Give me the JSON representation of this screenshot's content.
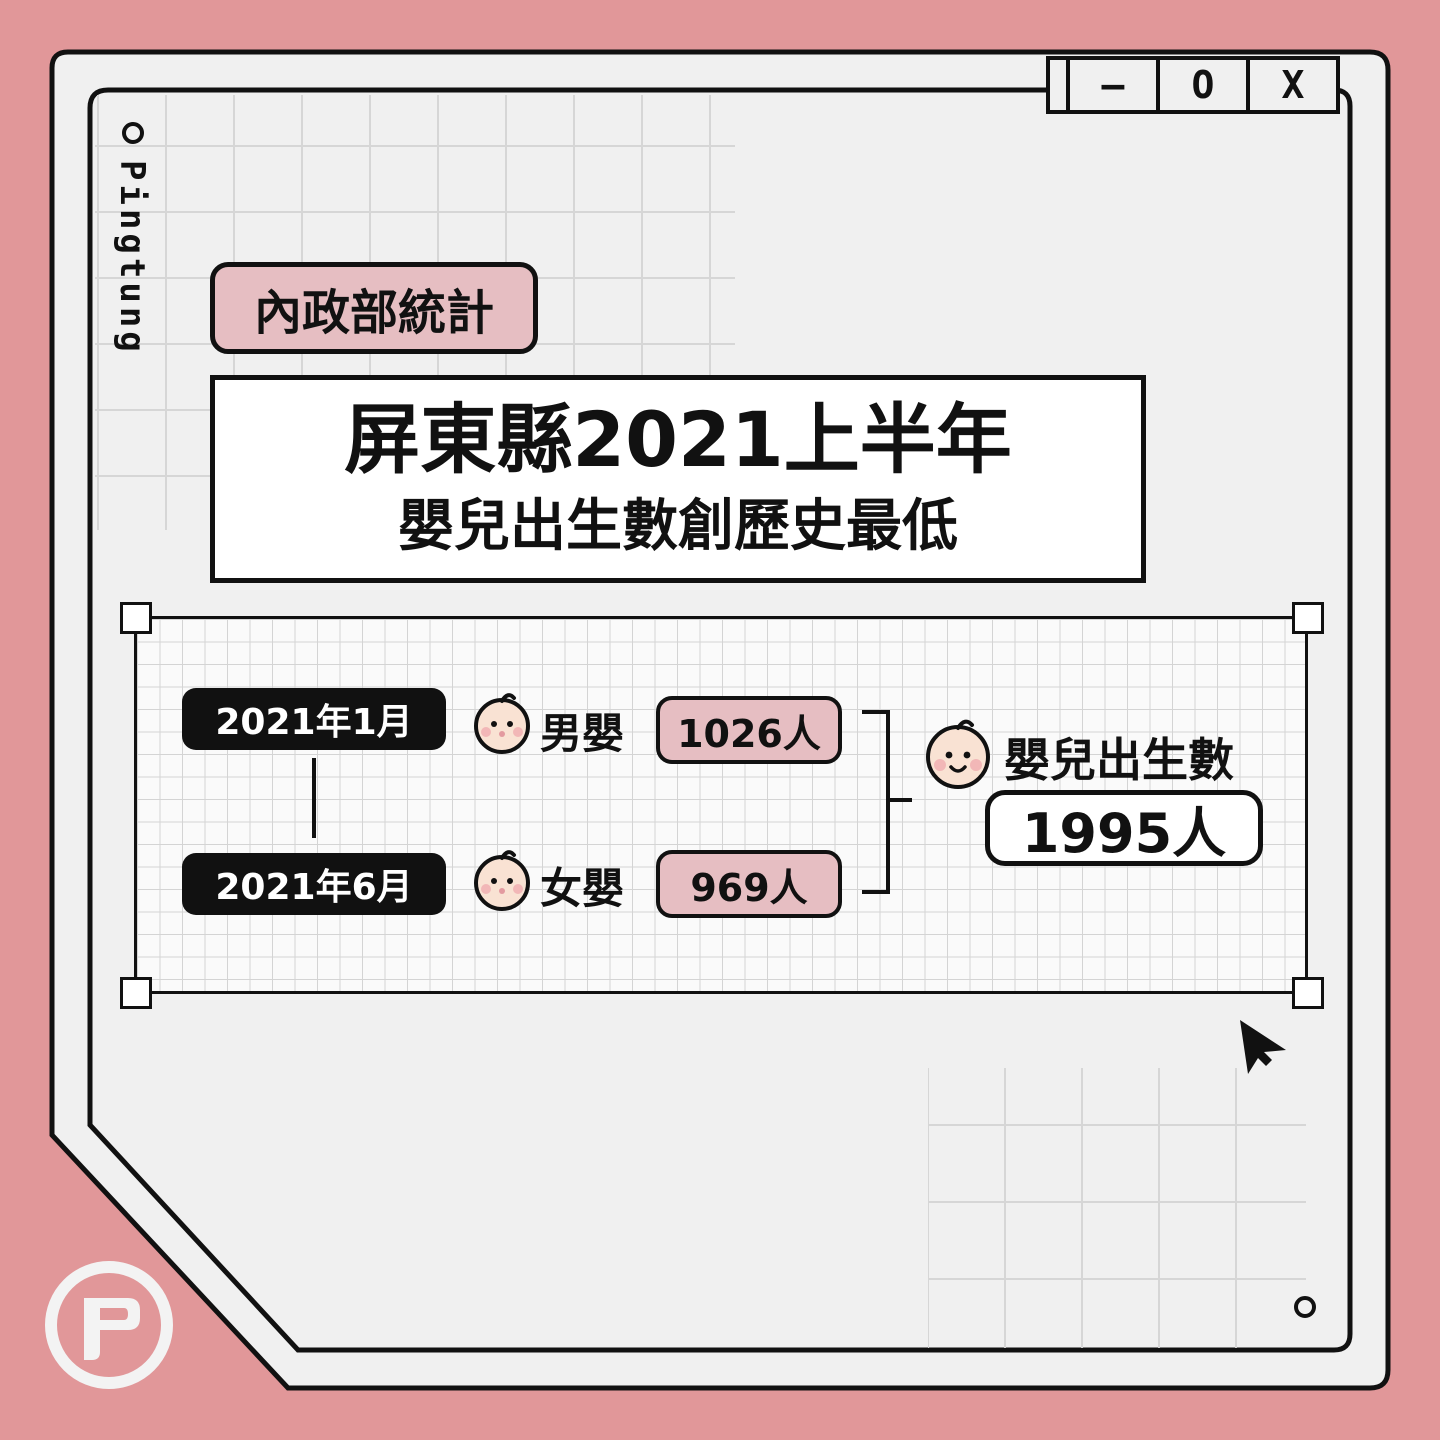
{
  "brand": {
    "vertical_text": "Pingtung"
  },
  "window_controls": {
    "minimize": "—",
    "maximize": "O",
    "close": "X"
  },
  "tag": "內政部統計",
  "title": {
    "line1": "屏東縣2021上半年",
    "line2": "嬰兒出生數創歷史最低"
  },
  "stats": {
    "start_date": "2021年1月",
    "end_date": "2021年6月",
    "male_label": "男嬰",
    "male_count": "1026人",
    "female_label": "女嬰",
    "female_count": "969人",
    "total_label": "嬰兒出生數",
    "total_count": "1995人"
  },
  "colors": {
    "background": "#e19799",
    "pink_pill": "#e6bec2",
    "window": "#f0f0f0",
    "ink": "#111111"
  }
}
